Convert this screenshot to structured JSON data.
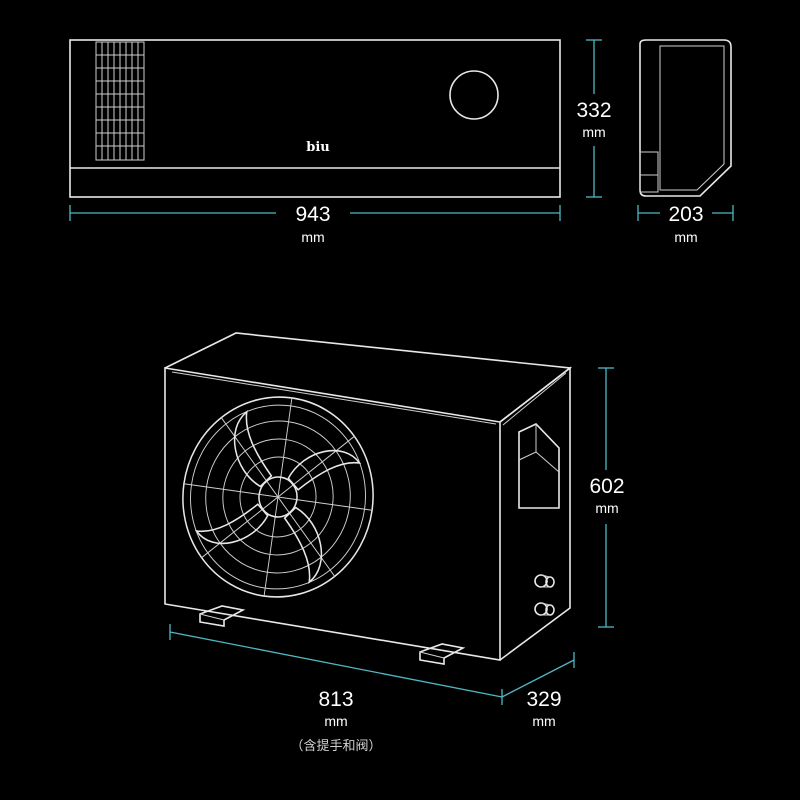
{
  "indoor_unit": {
    "logo": "biu",
    "width": {
      "value": "943",
      "unit": "mm"
    },
    "height": {
      "value": "332",
      "unit": "mm"
    },
    "depth": {
      "value": "203",
      "unit": "mm"
    }
  },
  "outdoor_unit": {
    "height": {
      "value": "602",
      "unit": "mm"
    },
    "width": {
      "value": "813",
      "unit": "mm"
    },
    "depth": {
      "value": "329",
      "unit": "mm"
    },
    "note": "（含提手和阀）"
  },
  "colors": {
    "background": "#000000",
    "line": "#e8e8e8",
    "dimension": "#4fb8c4"
  }
}
